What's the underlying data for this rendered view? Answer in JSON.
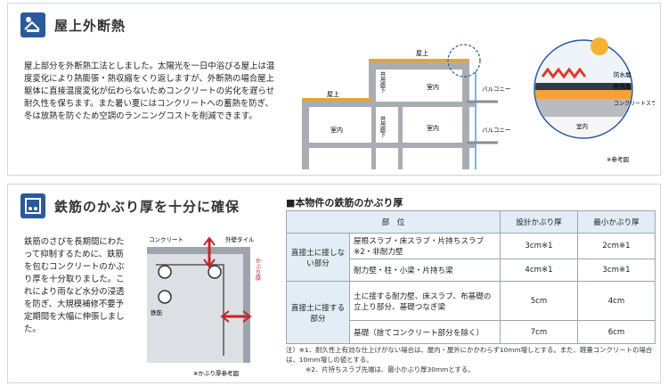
{
  "section1": {
    "title": "屋上外断熱",
    "body": "屋上部分を外断熱工法としました。太陽光を一日中浴びる屋上は温度変化により熱膨張・熱収縮をくり返しますが、外断熱の場合屋上躯体に直接温度変化が伝わらないためコンクリートの劣化を遅らせ耐久性を保ちます。また暑い夏にはコンクリートへの蓄熱を防ぎ、冬は放熱を防ぐため空調のランニングコストを削減できます。",
    "diagram": {
      "rooftop": "屋上",
      "corridor": "共用廊下",
      "room": "室内",
      "balcony": "バルコニー"
    },
    "detail": {
      "waterproof": "防水層",
      "insulation": "断熱層",
      "slab": "コンクリートスラブ",
      "room": "室内"
    },
    "ref_note": "※参考図"
  },
  "section2": {
    "title": "鉄筋のかぶり厚を十分に確保",
    "body": "鉄筋のさびを長期間にわたって抑制するために、鉄筋を包むコンクリートのかぶり厚を十分取りました。これにより雨など水分の浸透を防ぎ、大規模補修不要予定期間を大幅に伸張しました。",
    "diagram": {
      "concrete": "コンクリート",
      "tile": "外壁タイル",
      "cover": "かぶり厚",
      "rebar": "鉄筋",
      "ref_note": "※かぶり厚参考図"
    },
    "table_title": "■本物件の鉄筋のかぶり厚",
    "headers": {
      "part": "部　位",
      "design": "設計かぶり厚",
      "min": "最小かぶり厚"
    },
    "groups": [
      {
        "name": "直接土に接しない部分",
        "rows": [
          {
            "part": "屋根スラブ・床スラブ・片持ちスラブ※2・非耐力壁",
            "design": "3cm※1",
            "min": "2cm※1"
          },
          {
            "part": "耐力壁・柱・小梁・片持ち梁",
            "design": "4cm※1",
            "min": "3cm※1"
          }
        ]
      },
      {
        "name": "直接土に接する部分",
        "rows": [
          {
            "part": "土に接する耐力壁、床スラブ、布基礎の立上り部分、基礎つなぎ梁",
            "design": "5cm",
            "min": "4cm"
          },
          {
            "part": "基礎（捨てコンクリート部分を除く）",
            "design": "7cm",
            "min": "6cm"
          }
        ]
      }
    ],
    "notes": [
      "注）※1．耐久性上有効な仕上げがない場合は、屋内・屋外にかかわらず10mm増しとする。また、軽量コンクリートの場合は、10mm増しの値とする。",
      "※2．片持ちスラブ先端は、最小かぶり厚30mmとする。"
    ]
  }
}
